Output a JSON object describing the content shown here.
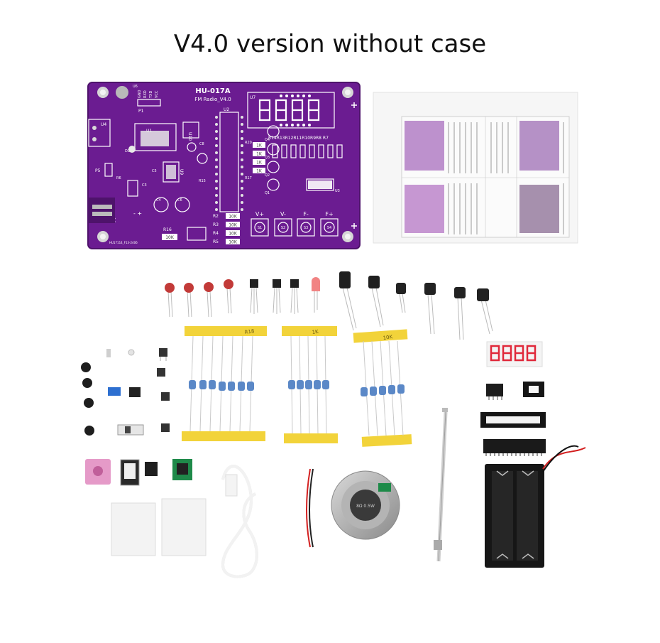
{
  "title": "V4.0 version  without case",
  "pcb": {
    "name": "HU-017A",
    "subtitle": "FM Radio_V4.0",
    "button_labels": [
      "V+",
      "V-",
      "F-",
      "F+"
    ],
    "switch_labels": [
      "S1",
      "S2",
      "S3",
      "S4"
    ],
    "resistor_labels": [
      "R2",
      "R3",
      "R4",
      "R5"
    ],
    "resistor_values": [
      "10K",
      "10K",
      "10K",
      "10K"
    ],
    "pin_labels": [
      "GND",
      "RXD",
      "TXD",
      "VCC"
    ],
    "side_resistors": [
      "1K",
      "1K",
      "1K",
      "1K"
    ],
    "bottom_resistor": "10K",
    "row_label": "R14R13R12R11R10R9R8 R7",
    "dc_label": "DC",
    "u7": "U7",
    "u2": "U2",
    "u3": "U3",
    "u4": "U4",
    "u6": "U6",
    "u1": "U1",
    "u9": "U9",
    "u10": "U10",
    "r16": "R16",
    "r6": "R6",
    "p1": "P1",
    "p5": "P5",
    "c5": "C5",
    "c3": "C3",
    "c4": "C4",
    "c6": "C6",
    "c8": "C8",
    "d1": "D1",
    "r15": "R15",
    "r20": "R20",
    "r17": "R17",
    "q1": "Q1",
    "q2": "Q2",
    "q3": "Q3",
    "q4": "Q4",
    "polarity": "-  +",
    "footer": "HU17114_F13-2406"
  },
  "tape_labels": [
    "R18",
    "1K",
    "10K"
  ],
  "speaker_text": "8Ω 0.5W",
  "colors": {
    "pcb": "#6b1c91",
    "pcb_dark": "#4e136b",
    "tape": "#f2d33a",
    "red_display": "#e0283a",
    "resistor": "#5b88c7"
  }
}
